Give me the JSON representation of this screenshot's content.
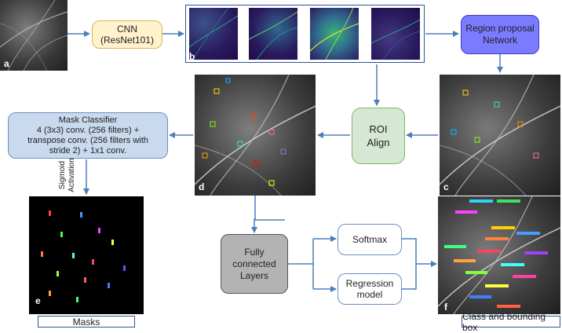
{
  "boxes": {
    "cnn": "CNN\n(ResNet101)",
    "rpn": "Region proposal\nNetwork",
    "roi": "ROI\nAlign",
    "mask_classifier": "Mask Classifier\n4 (3x3) conv. (256 filters) +\ntranspose conv. (256 filters with\nstride 2) + 1x1 conv.",
    "fcl": "Fully\nconnected\nLayers",
    "softmax": "Softmax",
    "regression": "Regression\nmodel"
  },
  "image_tags": {
    "a": "a",
    "b": "b",
    "c": "c",
    "d": "d",
    "e": "e",
    "f": "f"
  },
  "activation_label": "Sigmoid\nActivation",
  "captions": {
    "masks": "Masks",
    "class_bbox": "Class and bounding box"
  },
  "colors": {
    "cnn_fill": "#fff2cc",
    "cnn_border": "#d6b656",
    "rpn_fill": "#7b7bff",
    "roi_fill": "#d5e8d4",
    "roi_border": "#82b366",
    "mask_fill": "#c9d9ee",
    "mask_border": "#6c8ebf",
    "fcl_fill": "#b3b3b3",
    "arrow": "#4a7ebb"
  }
}
